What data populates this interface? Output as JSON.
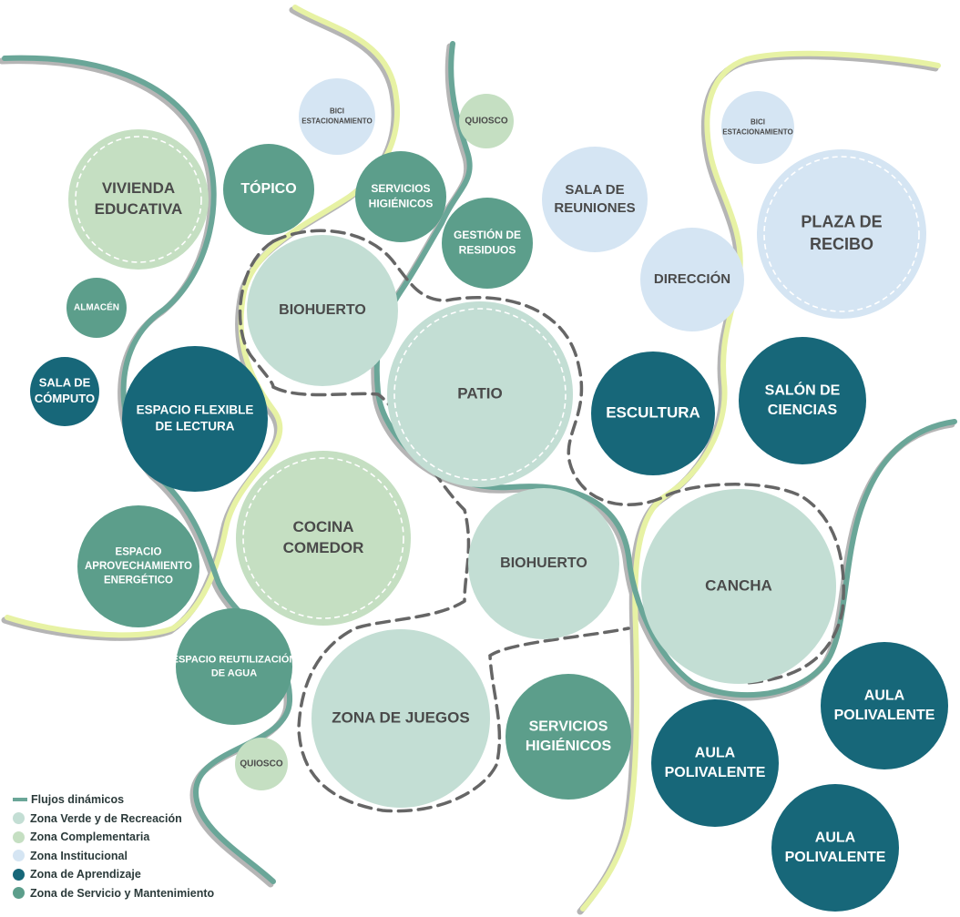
{
  "colors": {
    "zona_verde": "#c3ded4",
    "zona_complementaria": "#c5dfc2",
    "zona_institucional": "#d5e5f3",
    "zona_aprendizaje": "#176779",
    "zona_servicio": "#5c9e8b",
    "flujo_teal": "#6aa698",
    "flujo_yellow": "#e7f2a4",
    "flujo_gray": "#b5b5b5",
    "dashed": "#666666",
    "text_dark": "#4a4a4a",
    "text_light": "#ffffff"
  },
  "bubbles": [
    {
      "id": "vivienda-educativa",
      "zone": "zona_complementaria",
      "lines": [
        "VIVIENDA",
        "EDUCATIVA"
      ],
      "inner_dash": true
    },
    {
      "id": "topico",
      "zone": "zona_servicio",
      "lines": [
        "TÓPICO"
      ]
    },
    {
      "id": "bici-estacionamiento-1",
      "zone": "zona_institucional",
      "lines": [
        "BICI",
        "ESTACIONAMIENTO"
      ]
    },
    {
      "id": "servicios-higienicos-1",
      "zone": "zona_servicio",
      "lines": [
        "SERVICIOS",
        "HIGIÉNICOS"
      ]
    },
    {
      "id": "quiosco-1",
      "zone": "zona_complementaria",
      "lines": [
        "QUIOSCO"
      ]
    },
    {
      "id": "gestion-residuos",
      "zone": "zona_servicio",
      "lines": [
        "GESTIÓN DE",
        "RESIDUOS"
      ]
    },
    {
      "id": "sala-reuniones",
      "zone": "zona_institucional",
      "lines": [
        "SALA DE",
        "REUNIONES"
      ]
    },
    {
      "id": "bici-estacionamiento-2",
      "zone": "zona_institucional",
      "lines": [
        "BICI",
        "ESTACIONAMIENTO"
      ]
    },
    {
      "id": "plaza-recibo",
      "zone": "zona_institucional",
      "lines": [
        "PLAZA DE",
        "RECIBO"
      ],
      "inner_dash": true
    },
    {
      "id": "direccion",
      "zone": "zona_institucional",
      "lines": [
        "DIRECCIÓN"
      ]
    },
    {
      "id": "almacen",
      "zone": "zona_servicio",
      "lines": [
        "ALMACÉN"
      ]
    },
    {
      "id": "biohuerto-1",
      "zone": "zona_verde",
      "lines": [
        "BIOHUERTO"
      ]
    },
    {
      "id": "patio",
      "zone": "zona_verde",
      "lines": [
        "PATIO"
      ],
      "inner_dash": true
    },
    {
      "id": "sala-computo",
      "zone": "zona_aprendizaje",
      "lines": [
        "SALA DE",
        "CÓMPUTO"
      ]
    },
    {
      "id": "espacio-flexible-lectura",
      "zone": "zona_aprendizaje",
      "lines": [
        "ESPACIO FLEXIBLE",
        "DE LECTURA"
      ]
    },
    {
      "id": "escultura",
      "zone": "zona_aprendizaje",
      "lines": [
        "ESCULTURA"
      ]
    },
    {
      "id": "salon-ciencias",
      "zone": "zona_aprendizaje",
      "lines": [
        "SALÓN DE",
        "CIENCIAS"
      ]
    },
    {
      "id": "cocina-comedor",
      "zone": "zona_complementaria",
      "lines": [
        "COCINA",
        "COMEDOR"
      ],
      "inner_dash": true
    },
    {
      "id": "espacio-aprovechamiento",
      "zone": "zona_servicio",
      "lines": [
        "ESPACIO",
        "APROVECHAMIENTO",
        "ENERGÉTICO"
      ]
    },
    {
      "id": "biohuerto-2",
      "zone": "zona_verde",
      "lines": [
        "BIOHUERTO"
      ]
    },
    {
      "id": "cancha",
      "zone": "zona_verde",
      "lines": [
        "CANCHA"
      ]
    },
    {
      "id": "espacio-reutilizacion",
      "zone": "zona_servicio",
      "lines": [
        "ESPACIO REUTILIZACIÓN",
        "DE AGUA"
      ]
    },
    {
      "id": "zona-juegos",
      "zone": "zona_verde",
      "lines": [
        "ZONA DE JUEGOS"
      ]
    },
    {
      "id": "servicios-higienicos-2",
      "zone": "zona_servicio",
      "lines": [
        "SERVICIOS",
        "HIGIÉNICOS"
      ]
    },
    {
      "id": "aula-polivalente-1",
      "zone": "zona_aprendizaje",
      "lines": [
        "AULA",
        "POLIVALENTE"
      ]
    },
    {
      "id": "aula-polivalente-2",
      "zone": "zona_aprendizaje",
      "lines": [
        "AULA",
        "POLIVALENTE"
      ]
    },
    {
      "id": "aula-polivalente-3",
      "zone": "zona_aprendizaje",
      "lines": [
        "AULA",
        "POLIVALENTE"
      ]
    },
    {
      "id": "quiosco-2",
      "zone": "zona_complementaria",
      "lines": [
        "QUIOSCO"
      ]
    }
  ],
  "legend": {
    "items": [
      {
        "label": "Flujos dinámicos",
        "kind": "line",
        "color": "#6aa698"
      },
      {
        "label": "Zona Verde y de Recreación",
        "kind": "circle",
        "color": "#c3ded4"
      },
      {
        "label": "Zona Complementaria",
        "kind": "circle",
        "color": "#c5dfc2"
      },
      {
        "label": "Zona Institucional",
        "kind": "circle",
        "color": "#d5e5f3"
      },
      {
        "label": "Zona de Aprendizaje",
        "kind": "circle",
        "color": "#176779"
      },
      {
        "label": "Zona de Servicio y Mantenimiento",
        "kind": "circle",
        "color": "#5c9e8b"
      }
    ]
  }
}
